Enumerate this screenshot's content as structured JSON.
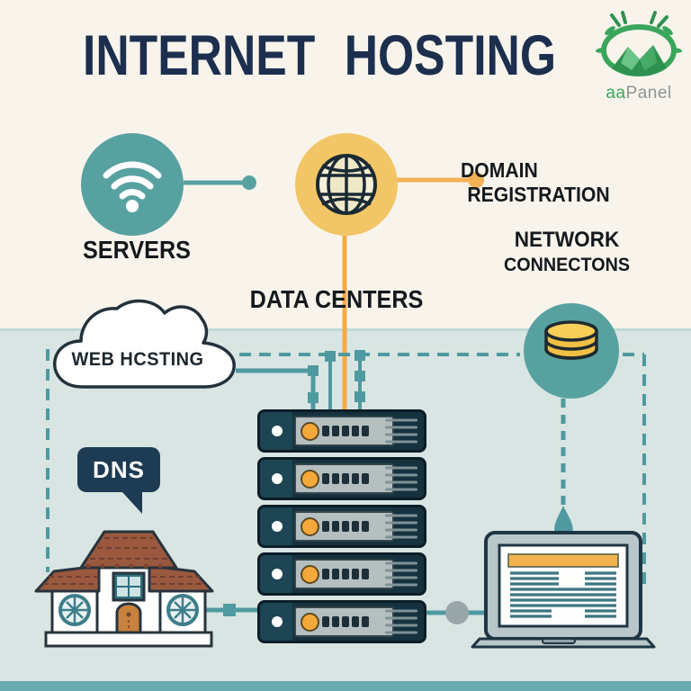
{
  "header": {
    "title": "INTERNET HOSTING",
    "logo": {
      "brand_green": "aa",
      "brand_gray": "Panel"
    }
  },
  "labels": {
    "servers": "SERVERS",
    "data_centers": "DATA CENTERS",
    "domain_registration_line1": "DOMAIN",
    "domain_registration_line2": "REGISTRATION",
    "network_line1": "NETWORK",
    "network_line2": "CONNECTONS",
    "web_hosting": "WEB HCSTING",
    "dns": "DNS"
  },
  "icons": {
    "wifi": "wifi-icon",
    "globe": "globe-icon",
    "database": "database-icon",
    "cloud": "cloud-shape",
    "speech_bubble": "dns-speech-bubble",
    "house": "house-illustration",
    "server_rack": "server-rack-illustration",
    "laptop": "laptop-illustration",
    "logo": "aapanel-logo-icon"
  },
  "colors": {
    "background_top": "#f8f4ec",
    "background_bottom": "#d9e5e2",
    "bottom_bar": "#68abb1",
    "teal_accent": "#58a1a1",
    "teal_line": "#4f9aa0",
    "yellow_circle": "#f2c566",
    "yellow_line": "#f2ab44",
    "navy_text": "#1d2f4e",
    "navy_dark": "#1d3b53",
    "server_body": "#15323e",
    "orange_led": "#f4a83a",
    "roof_brown": "#9a593f",
    "door_orange": "#c8813e",
    "logo_green": "#3aa65c",
    "logo_gray": "#8d9596"
  }
}
